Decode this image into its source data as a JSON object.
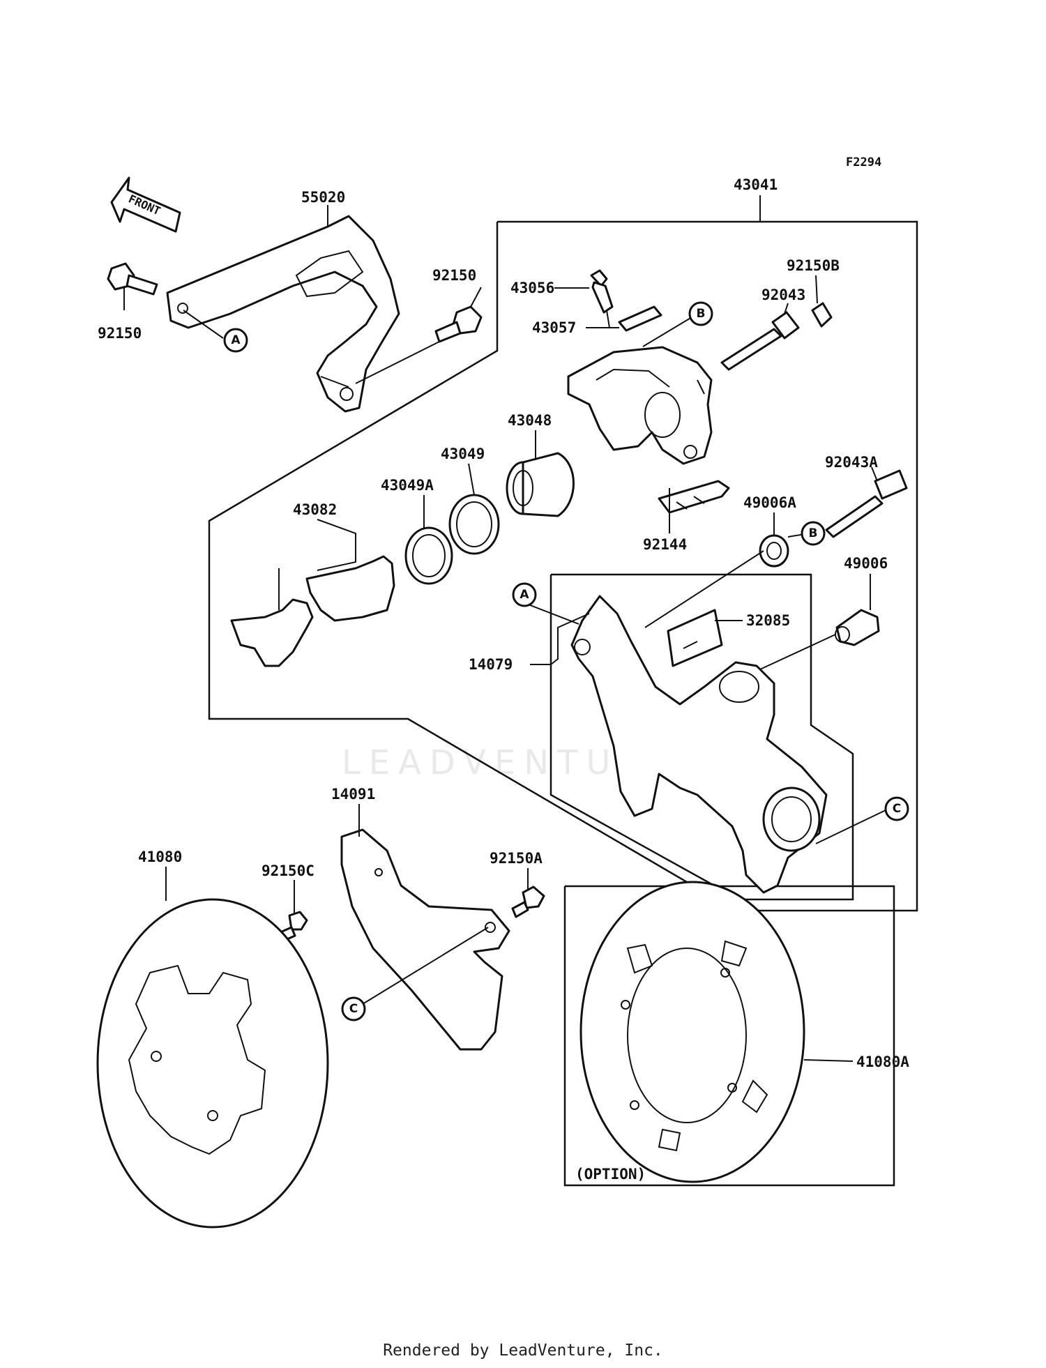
{
  "diagram_code": "F2294",
  "direction_label": "FRONT",
  "watermark": "LEADVENTURE",
  "footer": "Rendered by LeadVenture, Inc.",
  "option_label": "(OPTION)",
  "callouts": [
    "A",
    "B",
    "C"
  ],
  "parts": {
    "p55020": "55020",
    "p92150_bolt": "92150",
    "p92150_bolt2": "92150",
    "p43041": "43041",
    "p43056": "43056",
    "p43057": "43057",
    "p92150B": "92150B",
    "p92043": "92043",
    "p43048": "43048",
    "p43049": "43049",
    "p43049A": "43049A",
    "p43082": "43082",
    "p92043A": "92043A",
    "p49006A": "49006A",
    "p92144": "92144",
    "p49006": "49006",
    "p32085": "32085",
    "p14079": "14079",
    "p14091": "14091",
    "p41080": "41080",
    "p92150C": "92150C",
    "p92150A": "92150A",
    "p41080A": "41080A"
  }
}
